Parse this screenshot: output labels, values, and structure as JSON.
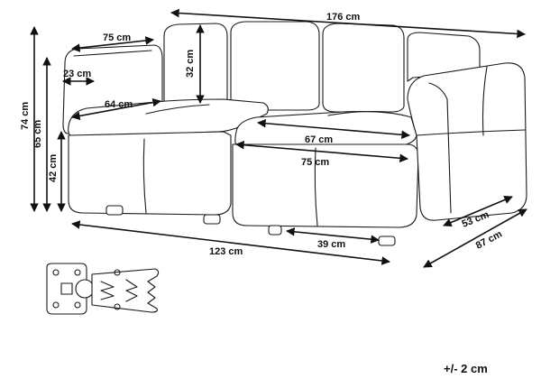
{
  "dimensions": {
    "total_width": "176 cm",
    "armrest_depth": "75 cm",
    "armrest_width": "23 cm",
    "backrest_height": "32 cm",
    "seat_depth": "64 cm",
    "total_height": "74 cm",
    "armrest_height": "65 cm",
    "seat_height": "42 cm",
    "inner_seat_width": "67 cm",
    "seat_width": "75 cm",
    "module_width": "123 cm",
    "leg_spacing": "39 cm",
    "seat_to_back": "53 cm",
    "total_depth": "87 cm"
  },
  "tolerance": "+/- 2 cm",
  "colors": {
    "outline": "#1a1a1a",
    "background": "#ffffff"
  }
}
